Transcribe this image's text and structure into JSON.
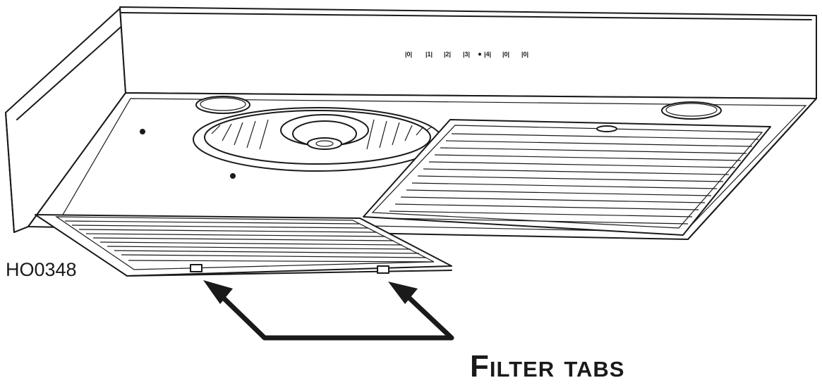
{
  "diagram": {
    "figure_code": "HO0348",
    "caption": "Filter tabs",
    "control_labels": [
      "|0|",
      "|1|",
      "|2|",
      "|3|",
      "|4|",
      "|0|",
      "|0|"
    ]
  }
}
